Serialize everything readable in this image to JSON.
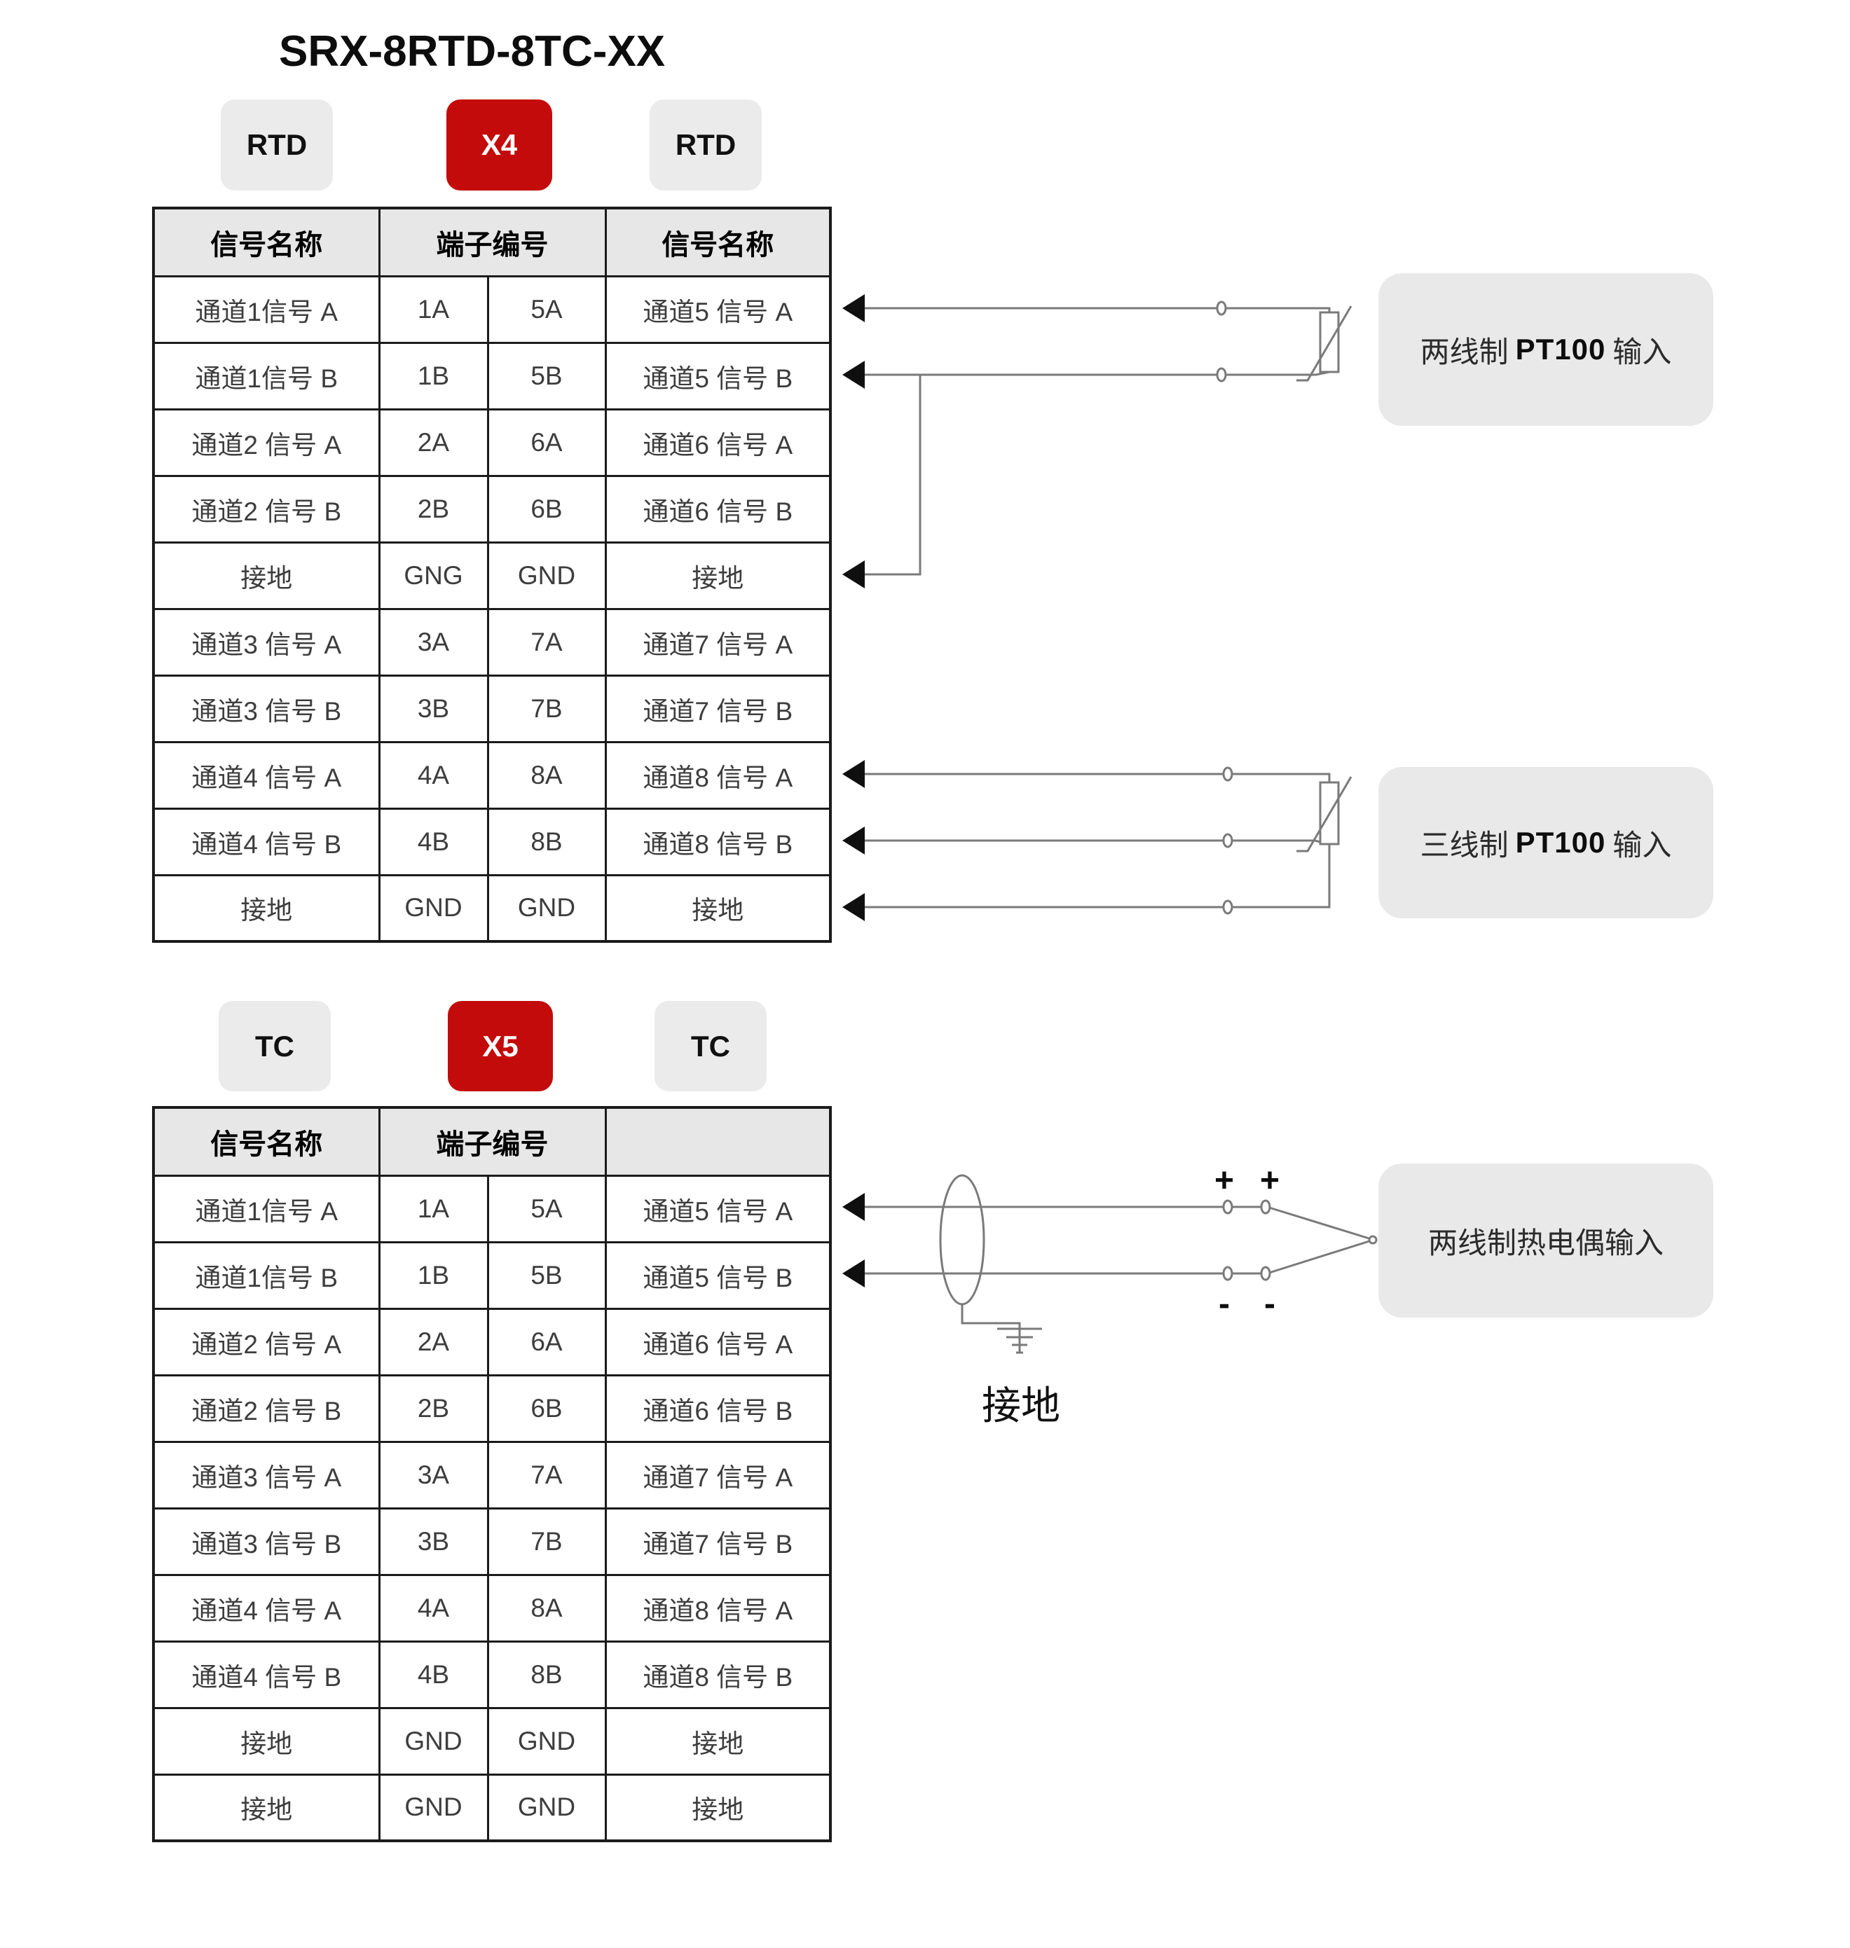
{
  "title": "SRX-8RTD-8TC-XX",
  "colors": {
    "accent_red": "#c30b0b",
    "badge_gray": "#ebebeb",
    "header_gray": "#e7e7e7",
    "label_box_gray": "#e9e9e9",
    "wire_gray": "#7a7a7a",
    "arrow_black": "#0f0f0f"
  },
  "rtd_section": {
    "badges": [
      {
        "label": "RTD"
      },
      {
        "label": "X4"
      },
      {
        "label": "RTD"
      }
    ],
    "table": {
      "headers": [
        "信号名称",
        "端子编号",
        "信号名称"
      ],
      "rows": [
        [
          "通道1信号 A",
          "1A",
          "5A",
          "通道5 信号 A"
        ],
        [
          "通道1信号 B",
          "1B",
          "5B",
          "通道5 信号 B"
        ],
        [
          "通道2 信号 A",
          "2A",
          "6A",
          "通道6 信号 A"
        ],
        [
          "通道2 信号 B",
          "2B",
          "6B",
          "通道6 信号 B"
        ],
        [
          "接地",
          "GNG",
          "GND",
          "接地"
        ],
        [
          "通道3 信号 A",
          "3A",
          "7A",
          "通道7 信号 A"
        ],
        [
          "通道3 信号 B",
          "3B",
          "7B",
          "通道7 信号 B"
        ],
        [
          "通道4 信号 A",
          "4A",
          "8A",
          "通道8 信号 A"
        ],
        [
          "通道4 信号 B",
          "4B",
          "8B",
          "通道8 信号 B"
        ],
        [
          "接地",
          "GND",
          "GND",
          "接地"
        ]
      ]
    }
  },
  "tc_section": {
    "badges": [
      {
        "label": "TC"
      },
      {
        "label": "X5"
      },
      {
        "label": "TC"
      }
    ],
    "table": {
      "headers": [
        "信号名称",
        "端子编号",
        ""
      ],
      "rows": [
        [
          "通道1信号 A",
          "1A",
          "5A",
          "通道5 信号 A"
        ],
        [
          "通道1信号 B",
          "1B",
          "5B",
          "通道5 信号 B"
        ],
        [
          "通道2 信号 A",
          "2A",
          "6A",
          "通道6 信号 A"
        ],
        [
          "通道2 信号 B",
          "2B",
          "6B",
          "通道6 信号 B"
        ],
        [
          "通道3 信号 A",
          "3A",
          "7A",
          "通道7 信号 A"
        ],
        [
          "通道3 信号 B",
          "3B",
          "7B",
          "通道7 信号 B"
        ],
        [
          "通道4 信号 A",
          "4A",
          "8A",
          "通道8 信号 A"
        ],
        [
          "通道4 信号 B",
          "4B",
          "8B",
          "通道8 信号 B"
        ],
        [
          "接地",
          "GND",
          "GND",
          "接地"
        ],
        [
          "接地",
          "GND",
          "GND",
          "接地"
        ]
      ]
    }
  },
  "annotations": {
    "pt100_2wire": {
      "prefix": "两线制",
      "bold": "PT100",
      "suffix": "输入"
    },
    "pt100_3wire": {
      "prefix": "三线制",
      "bold": "PT100",
      "suffix": "输入"
    },
    "tc_2wire_label": "两线制热电偶输入",
    "ground_label": "接地",
    "plus": "+",
    "minus": "-"
  }
}
